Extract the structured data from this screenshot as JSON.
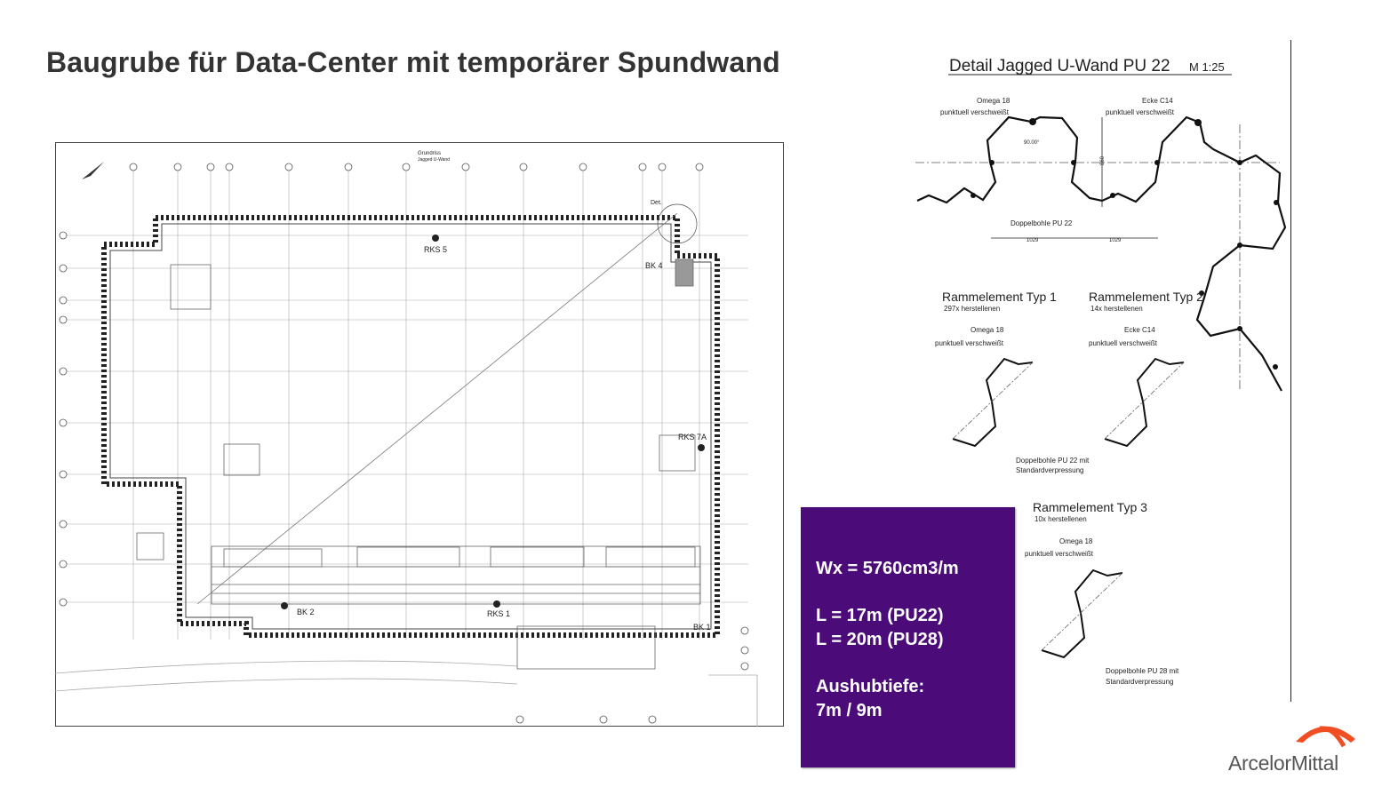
{
  "slide": {
    "title": "Baugrube für Data-Center mit temporärer Spundwand"
  },
  "plan": {
    "heading": "Grundriss",
    "subheading": "Jagged U-Wand",
    "labels": {
      "rks5": "RKS 5",
      "rks1": "RKS 1",
      "rks7a": "RKS 7A",
      "bk1": "BK 1",
      "bk2": "BK 2",
      "bk4": "BK 4",
      "det": "Det."
    }
  },
  "detail": {
    "title": "Detail Jagged U-Wand PU 22",
    "scale": "M 1:25",
    "top": {
      "omega": "Omega 18",
      "weld1": "punktuell verschweißt",
      "ecke": "Ecke C14",
      "weld2": "punktuell verschweißt",
      "angle": "90.00°",
      "height": "860",
      "double_pile": "Doppelbohle PU 22",
      "dim1": "1029",
      "dim2": "1029"
    },
    "types": [
      {
        "title": "Rammelement Typ 1",
        "count": "297x herstellenen",
        "connector": "Omega 18",
        "weld": "punktuell verschweißt",
        "pile": "Doppelbohle PU 22 mit",
        "pile2": "Standardverpressung"
      },
      {
        "title": "Rammelement Typ 2",
        "count": "14x herstellenen",
        "connector": "Ecke C14",
        "weld": "punktuell verschweißt"
      },
      {
        "title": "Rammelement Typ 3",
        "count": "10x herstellenen",
        "connector": "Omega 18",
        "weld": "punktuell verschweißt",
        "pile": "Doppelbohle PU 28 mit",
        "pile2": "Standardverpressung"
      }
    ]
  },
  "info": {
    "wx": "Wx = 5760cm3/m",
    "l1": "L = 17m (PU22)",
    "l2": "L = 20m (PU28)",
    "depth_label": "Aushubtiefe:",
    "depth_value": "7m / 9m"
  },
  "logo": {
    "name": "ArcelorMittal",
    "color": "#f04e23"
  },
  "colors": {
    "info_bg": "#4b0c7a",
    "title": "#333333"
  }
}
